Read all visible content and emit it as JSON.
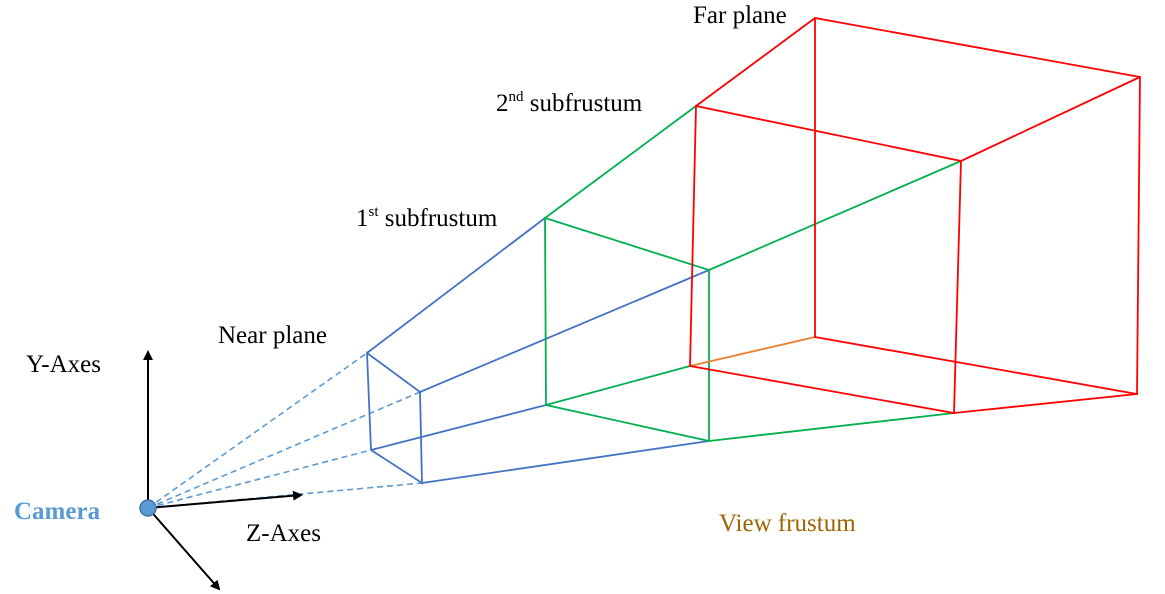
{
  "labels": {
    "far_plane": "Far plane",
    "second_subfrustum_num": "2",
    "second_subfrustum_sup": "nd",
    "second_subfrustum_text": " subfrustum",
    "first_subfrustum_num": "1",
    "first_subfrustum_sup": "st",
    "first_subfrustum_text": " subfrustum",
    "near_plane": "Near plane",
    "y_axes": "Y-Axes",
    "z_axes": "Z-Axes",
    "camera": "Camera",
    "view_frustum": "View frustum"
  },
  "colors": {
    "near_section": "#4472c4",
    "near_dashed": "#5b9bd5",
    "middle_section": "#00b050",
    "far_section": "#ff0000",
    "hidden_edge": "#ed7d31",
    "camera_fill": "#5b9bd5",
    "camera_label": "#5b9bd5",
    "view_frustum_label": "#9c6500",
    "axes": "#000000"
  }
}
